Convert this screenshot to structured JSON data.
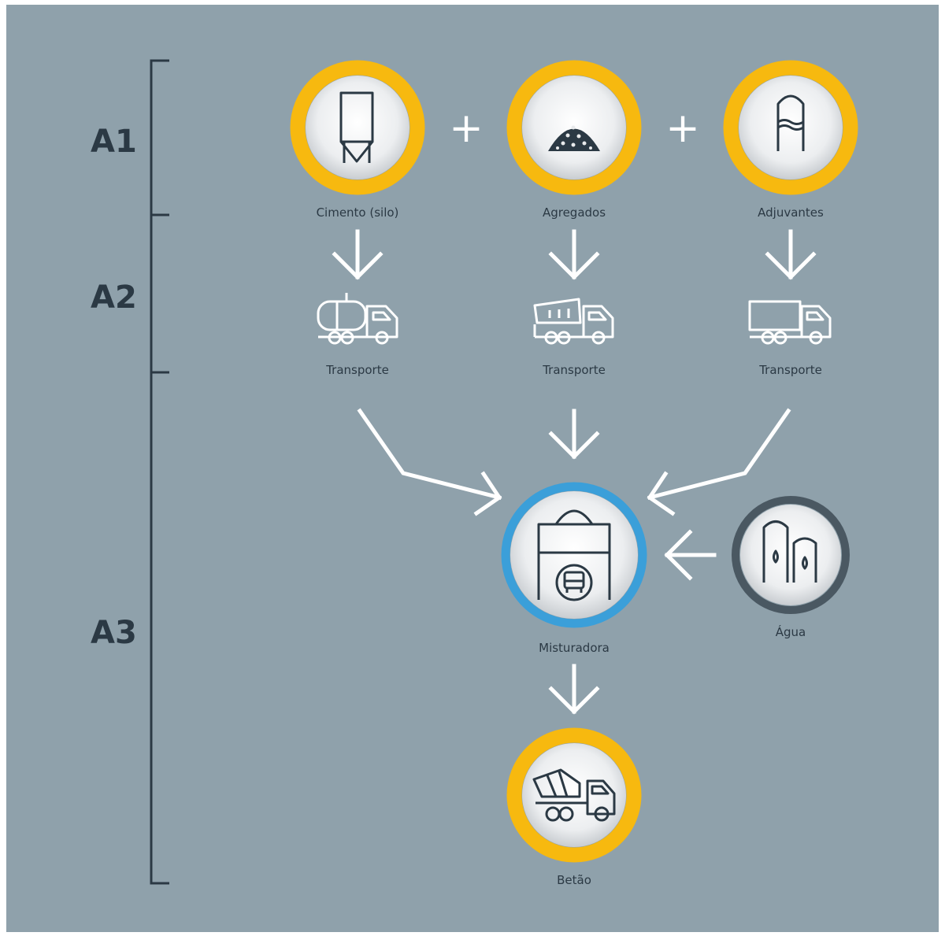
{
  "phases": {
    "a1": "A1",
    "a2": "A2",
    "a3": "A3"
  },
  "materials": {
    "cement": "Cimento (silo)",
    "aggregates": "Agregados",
    "admixtures": "Adjuvantes"
  },
  "operators": {
    "plus_1": "+",
    "plus_2": "+"
  },
  "transport": {
    "cement": "Transporte",
    "aggregates": "Transporte",
    "admixtures": "Transporte"
  },
  "mixer": "Misturadora",
  "water": "Água",
  "product": "Betão",
  "colors": {
    "background": "#8fa1ab",
    "material_ring": "#f7b90f",
    "mixer_ring": "#3b9fd9",
    "water_ring": "#4a5862",
    "ink": "#2b3944",
    "arrows": "#ffffff"
  }
}
